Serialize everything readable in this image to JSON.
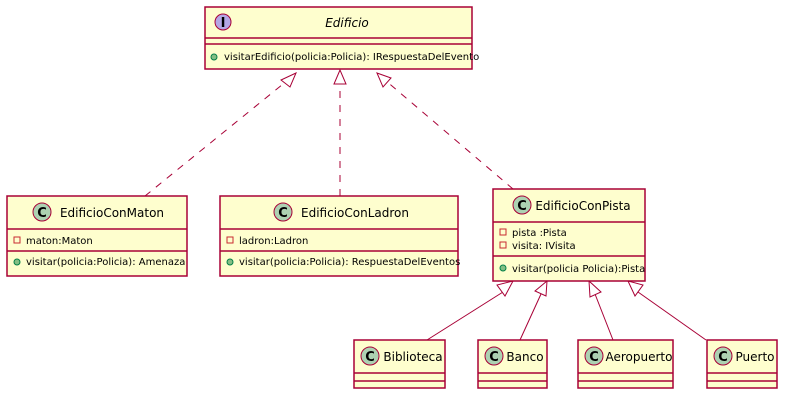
{
  "classes": {
    "edificio": {
      "stereotype_letter": "I",
      "name": "Edificio",
      "methods": [
        "visitarEdificio(policia:Policia): IRespuestaDelEvento"
      ]
    },
    "edificio_con_maton": {
      "stereotype_letter": "C",
      "name": "EdificioConMaton",
      "fields": [
        "maton:Maton"
      ],
      "methods": [
        "visitar(policia:Policia):  Amenaza"
      ]
    },
    "edificio_con_ladron": {
      "stereotype_letter": "C",
      "name": "EdificioConLadron",
      "fields": [
        "ladron:Ladron"
      ],
      "methods": [
        "visitar(policia:Policia): RespuestaDelEventos"
      ]
    },
    "edificio_con_pista": {
      "stereotype_letter": "C",
      "name": "EdificioConPista",
      "fields": [
        "pista :Pista",
        "visita: IVisita"
      ],
      "methods": [
        "visitar(policia Policia):Pista"
      ]
    },
    "biblioteca": {
      "stereotype_letter": "C",
      "name": "Biblioteca"
    },
    "banco": {
      "stereotype_letter": "C",
      "name": "Banco"
    },
    "aeropuerto": {
      "stereotype_letter": "C",
      "name": "Aeropuerto"
    },
    "puerto": {
      "stereotype_letter": "C",
      "name": "Puerto"
    }
  },
  "colors": {
    "box_fill": "#fefece",
    "border": "#a80036",
    "class_circle": "#add1b2",
    "interface_circle": "#b4a7e5"
  }
}
